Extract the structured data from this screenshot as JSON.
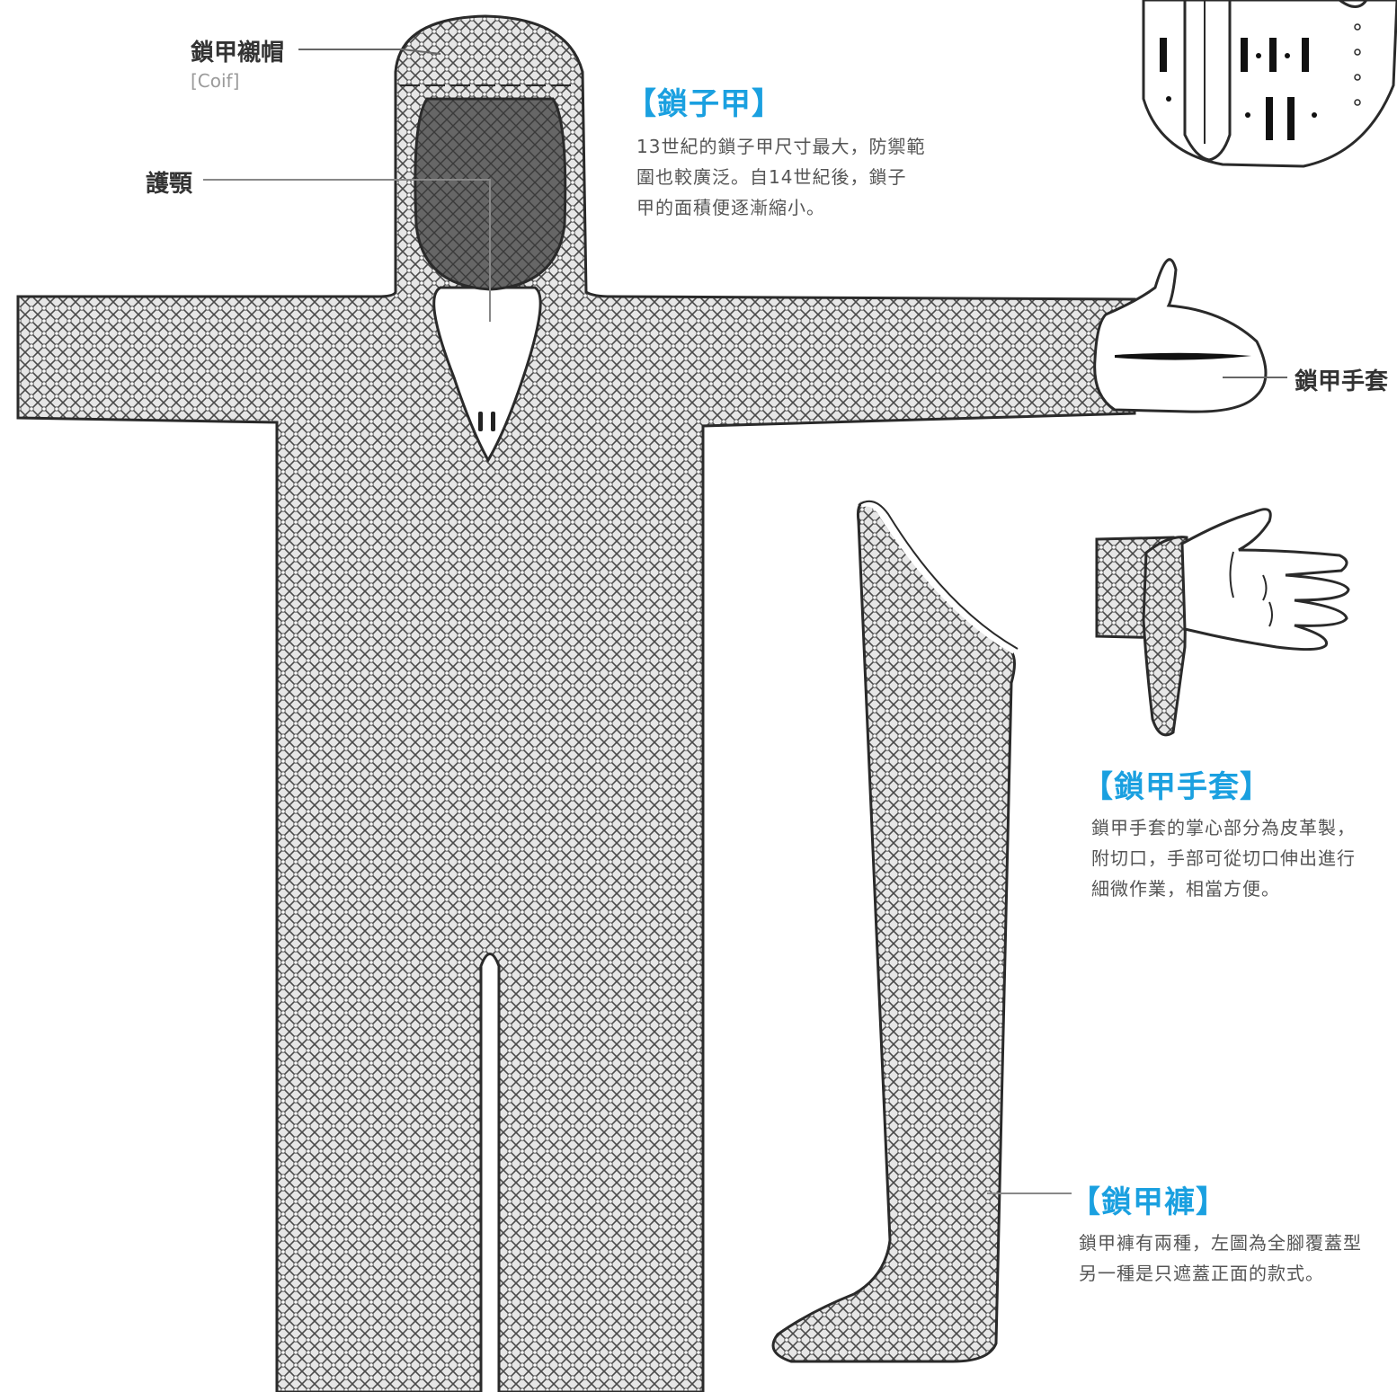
{
  "colors": {
    "accent": "#1aa0e0",
    "outline": "#2a2a2a",
    "mail": "#e4e4e4",
    "face": "#666666"
  },
  "labels": {
    "coif": "鎖甲襯帽",
    "coif_en": "[Coif]",
    "chin_guard": "護顎",
    "mitten": "鎖甲手套"
  },
  "sections": {
    "hauberk": {
      "heading": "【鎖子甲】",
      "lines": [
        "13世紀的鎖子甲尺寸最大，防禦範",
        "圍也較廣泛。自14世紀後，鎖子",
        "甲的面積便逐漸縮小。"
      ]
    },
    "gauntlet": {
      "heading": "【鎖甲手套】",
      "lines": [
        "鎖甲手套的掌心部分為皮革製，",
        "附切口，手部可從切口伸出進行",
        "細微作業，相當方便。"
      ]
    },
    "chausses": {
      "heading": "【鎖甲褲】",
      "lines": [
        "鎖甲褲有兩種，左圖為全腳覆蓋型",
        "另一種是只遮蓋正面的款式。"
      ]
    }
  }
}
